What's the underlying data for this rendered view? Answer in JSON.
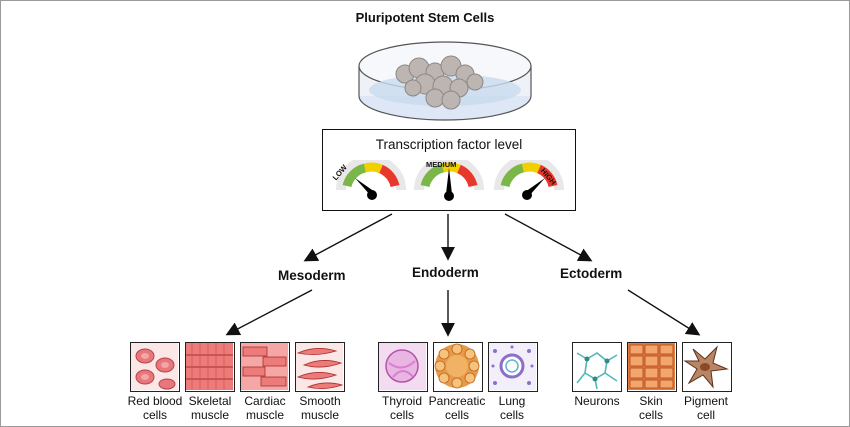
{
  "title": "Pluripotent Stem Cells",
  "transcription": {
    "title": "Transcription factor level",
    "gauges": [
      {
        "label": "LOW",
        "level": 0.15
      },
      {
        "label": "MEDIUM",
        "level": 0.5
      },
      {
        "label": "HIGH",
        "level": 0.85
      }
    ]
  },
  "germ_layers": [
    "Mesoderm",
    "Endoderm",
    "Ectoderm"
  ],
  "cells": [
    {
      "line1": "Red blood",
      "line2": "cells"
    },
    {
      "line1": "Skeletal",
      "line2": "muscle"
    },
    {
      "line1": "Cardiac",
      "line2": "muscle"
    },
    {
      "line1": "Smooth",
      "line2": "muscle"
    },
    {
      "line1": "Thyroid",
      "line2": "cells"
    },
    {
      "line1": "Pancreatic",
      "line2": "cells"
    },
    {
      "line1": "Lung",
      "line2": "cells"
    },
    {
      "line1": "Neurons",
      "line2": ""
    },
    {
      "line1": "Skin",
      "line2": "cells"
    },
    {
      "line1": "Pigment",
      "line2": "cell"
    }
  ],
  "colors": {
    "gauge_green": "#7ab648",
    "gauge_yellow": "#f2d000",
    "gauge_red": "#e8382b",
    "cell_blood": "#e8777b",
    "cell_muscle": "#ec7b79",
    "cell_thyroid": "#d77fd0",
    "cell_pancreas": "#e99a48",
    "cell_lung": "#8b6fc9",
    "cell_neuron": "#52b8b8",
    "cell_skin": "#e77a40",
    "cell_pigment": "#8a4a2a"
  }
}
